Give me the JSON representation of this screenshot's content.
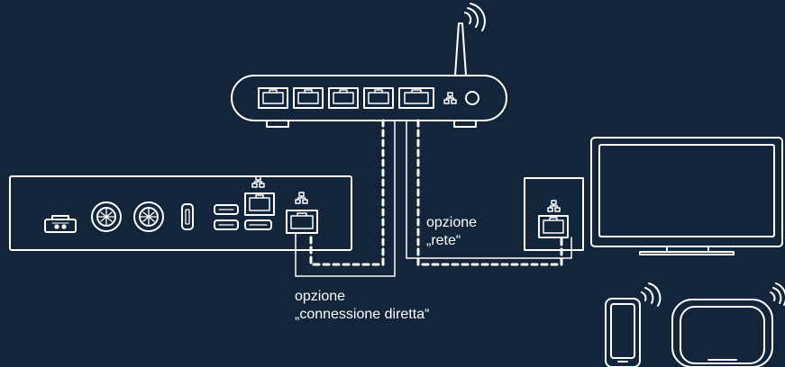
{
  "colors": {
    "background": "#13253a",
    "line": "#ffffff"
  },
  "labels": {
    "network_option": {
      "line1": "opzione",
      "line2": "„rete“"
    },
    "direct_option": {
      "line1": "opzione",
      "line2": "„connessione diretta“"
    }
  },
  "icons": {
    "router": "router-icon",
    "device": "device-box-icon",
    "wall_socket": "wall-socket-icon",
    "tv": "tv-icon",
    "smartphone": "smartphone-icon",
    "tablet": "tablet-icon",
    "wifi": "wifi-icon",
    "network": "network-icon",
    "ethernet_port": "ethernet-port-icon"
  }
}
